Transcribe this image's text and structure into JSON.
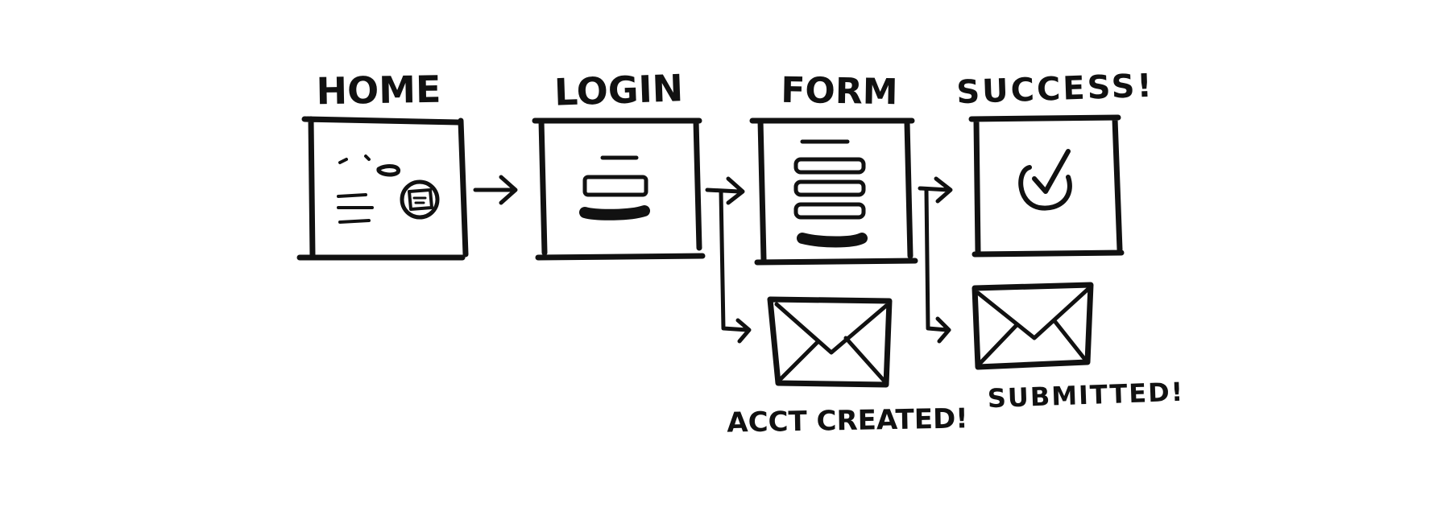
{
  "diagram": {
    "screens": [
      {
        "id": "home",
        "title": "HOME"
      },
      {
        "id": "login",
        "title": "LOGIN"
      },
      {
        "id": "form",
        "title": "FORM"
      },
      {
        "id": "success",
        "title": "SUCCESS!"
      }
    ],
    "emails": [
      {
        "id": "acct",
        "label": "ACCT CREATED!"
      },
      {
        "id": "submitted",
        "label": "SUBMITTED!"
      }
    ],
    "ink_color": "#111111",
    "background_color": "#ffffff"
  }
}
